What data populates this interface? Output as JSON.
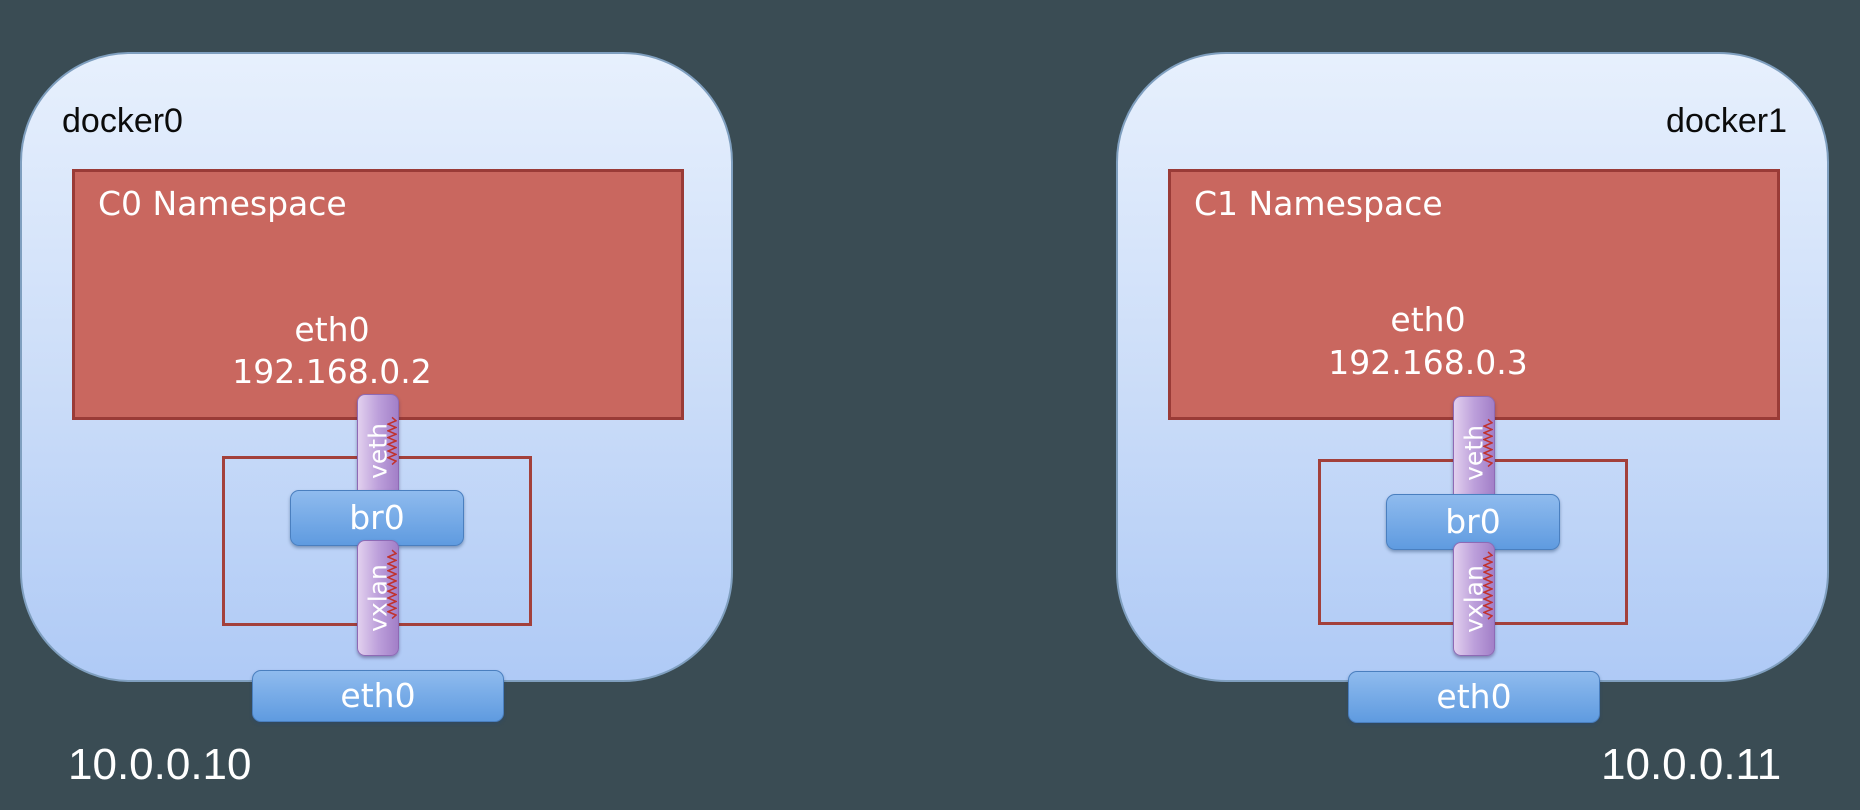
{
  "hosts": [
    {
      "name": "docker0",
      "namespace": {
        "title": "C0 Namespace",
        "iface": "eth0",
        "ip": "192.168.0.2"
      },
      "veth_label": "veth",
      "bridge_label": "br0",
      "vxlan_label": "vxlan",
      "eth_label": "eth0",
      "host_ip": "10.0.0.10"
    },
    {
      "name": "docker1",
      "namespace": {
        "title": "C1 Namespace",
        "iface": "eth0",
        "ip": "192.168.0.3"
      },
      "veth_label": "veth",
      "bridge_label": "br0",
      "vxlan_label": "vxlan",
      "eth_label": "eth0",
      "host_ip": "10.0.0.11"
    }
  ],
  "colors": {
    "background": "#3a4c54",
    "namespace_fill": "#c9675f",
    "namespace_border": "#9a3b37",
    "bridge_border": "#a3403b",
    "interface_blue": "#5f9be0",
    "port_purple": "#bda0db",
    "host_gradient_top": "#e7f0fd",
    "host_gradient_bottom": "#afcaf6"
  }
}
